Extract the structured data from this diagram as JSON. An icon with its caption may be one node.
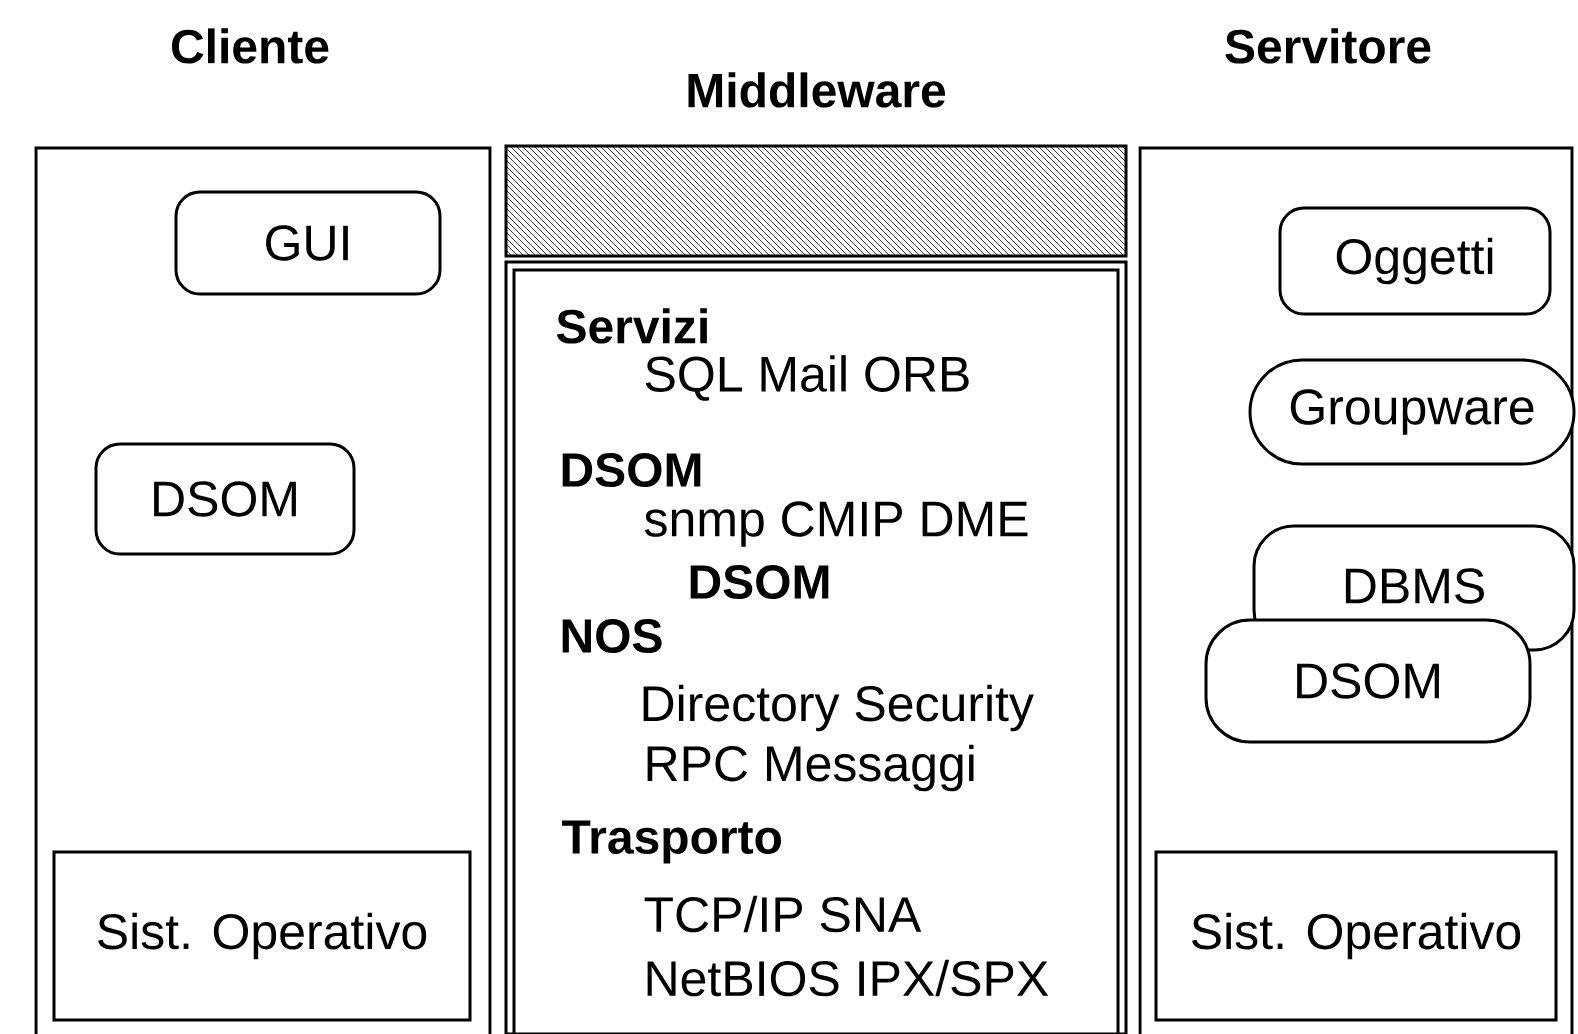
{
  "diagram": {
    "nodes": [
      {
        "text": [
          "Cliente"
        ]
      },
      {
        "text": [
          "GUI"
        ],
        "in": 0
      },
      {
        "text": [
          "DSOM"
        ],
        "in": 0
      },
      {
        "text": [
          "Sist. Operativo"
        ],
        "in": 0
      },
      {
        "text": [
          "Middleware"
        ]
      },
      {
        "text": [
          "Servizi",
          "SQL Mail ORB",
          "DSOM",
          "snmp CMIP DME",
          "DSOM",
          "NOS",
          "Directory Security",
          "RPC Messaggi",
          "Trasporto",
          "TCP/IP SNA",
          "NetBIOS IPX/SPX"
        ]
      },
      {
        "text": [
          "Servitore"
        ]
      },
      {
        "text": [
          "Oggetti"
        ],
        "in": 6
      },
      {
        "text": [
          "Groupware"
        ],
        "in": 6
      },
      {
        "text": [
          "DBMS"
        ],
        "in": 6
      },
      {
        "text": [
          "DSOM"
        ],
        "in": 6
      },
      {
        "text": [
          "Sist. Operativo"
        ],
        "in": 6
      }
    ]
  }
}
